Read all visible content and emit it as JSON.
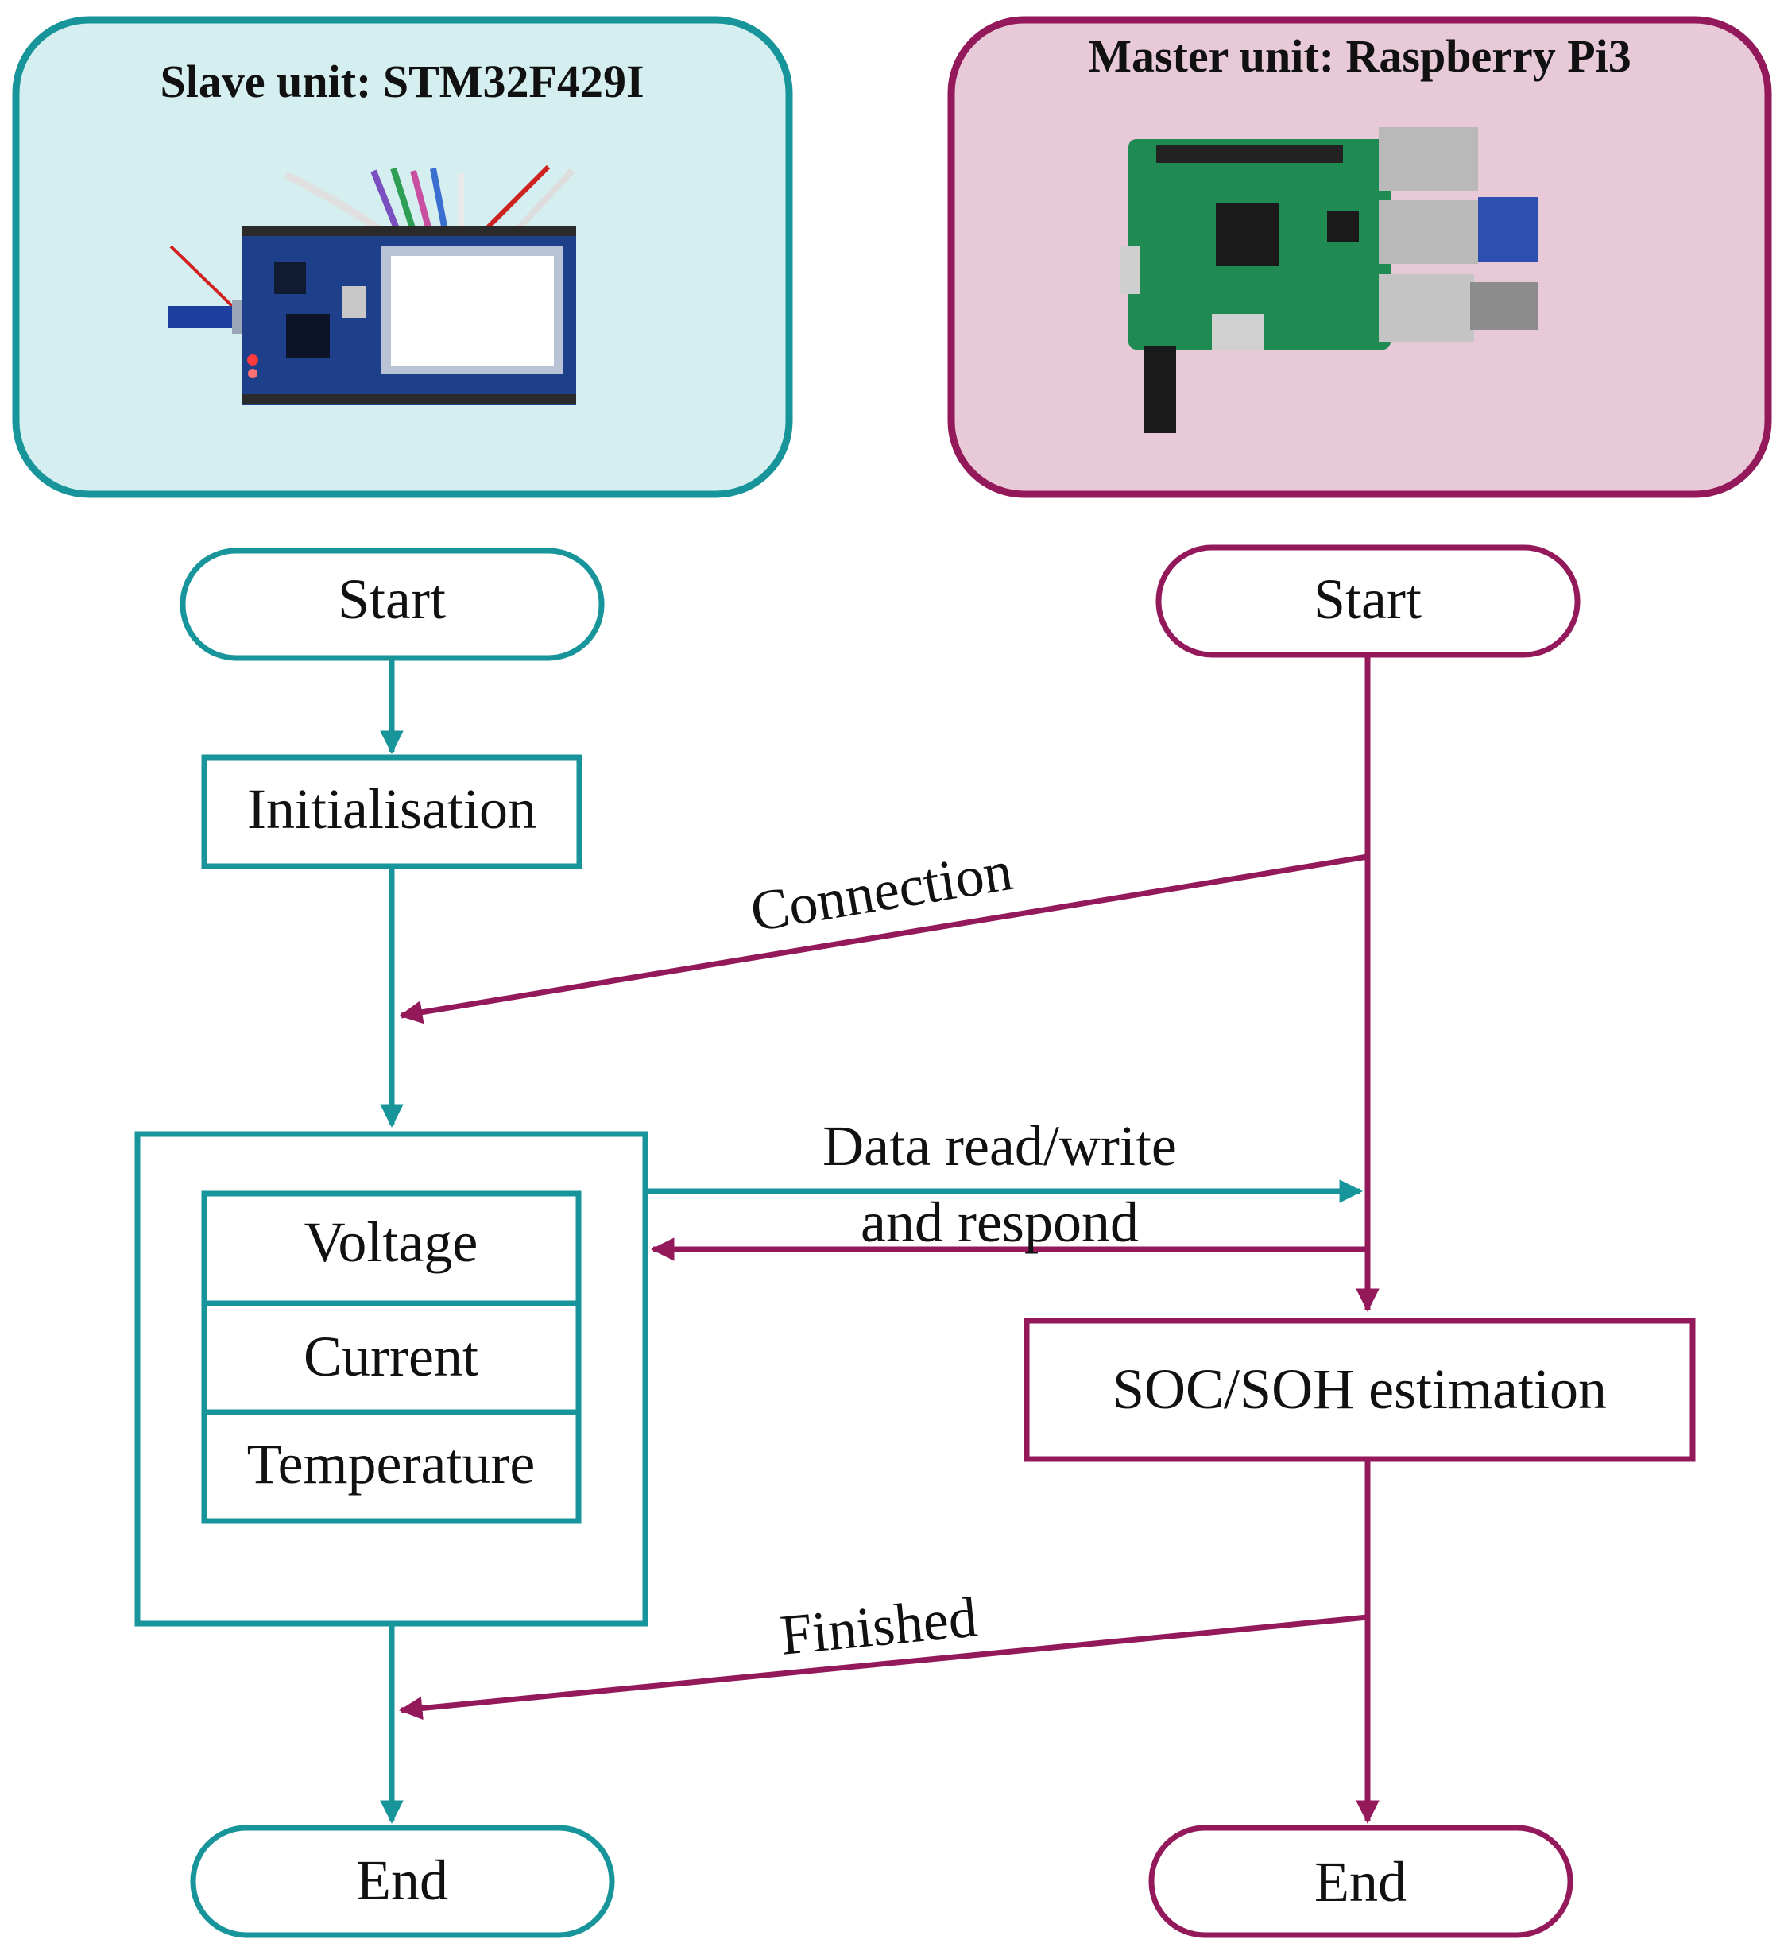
{
  "colors": {
    "slave": "#17959a",
    "slave_bg": "#d5eeef",
    "master": "#93195a",
    "master_bg": "#e8c9d8",
    "text": "#111111"
  },
  "slave": {
    "title": "Slave unit: STM32F429I",
    "start": "Start",
    "init": "Initialisation",
    "measurements": [
      "Voltage",
      "Current",
      "Temperature"
    ],
    "end": "End"
  },
  "master": {
    "title": "Master unit: Raspberry Pi3",
    "start": "Start",
    "estimation": "SOC/SOH estimation",
    "end": "End"
  },
  "messages": {
    "connection": "Connection",
    "data_line1": "Data read/write",
    "data_line2": "and respond",
    "finished": "Finished"
  }
}
